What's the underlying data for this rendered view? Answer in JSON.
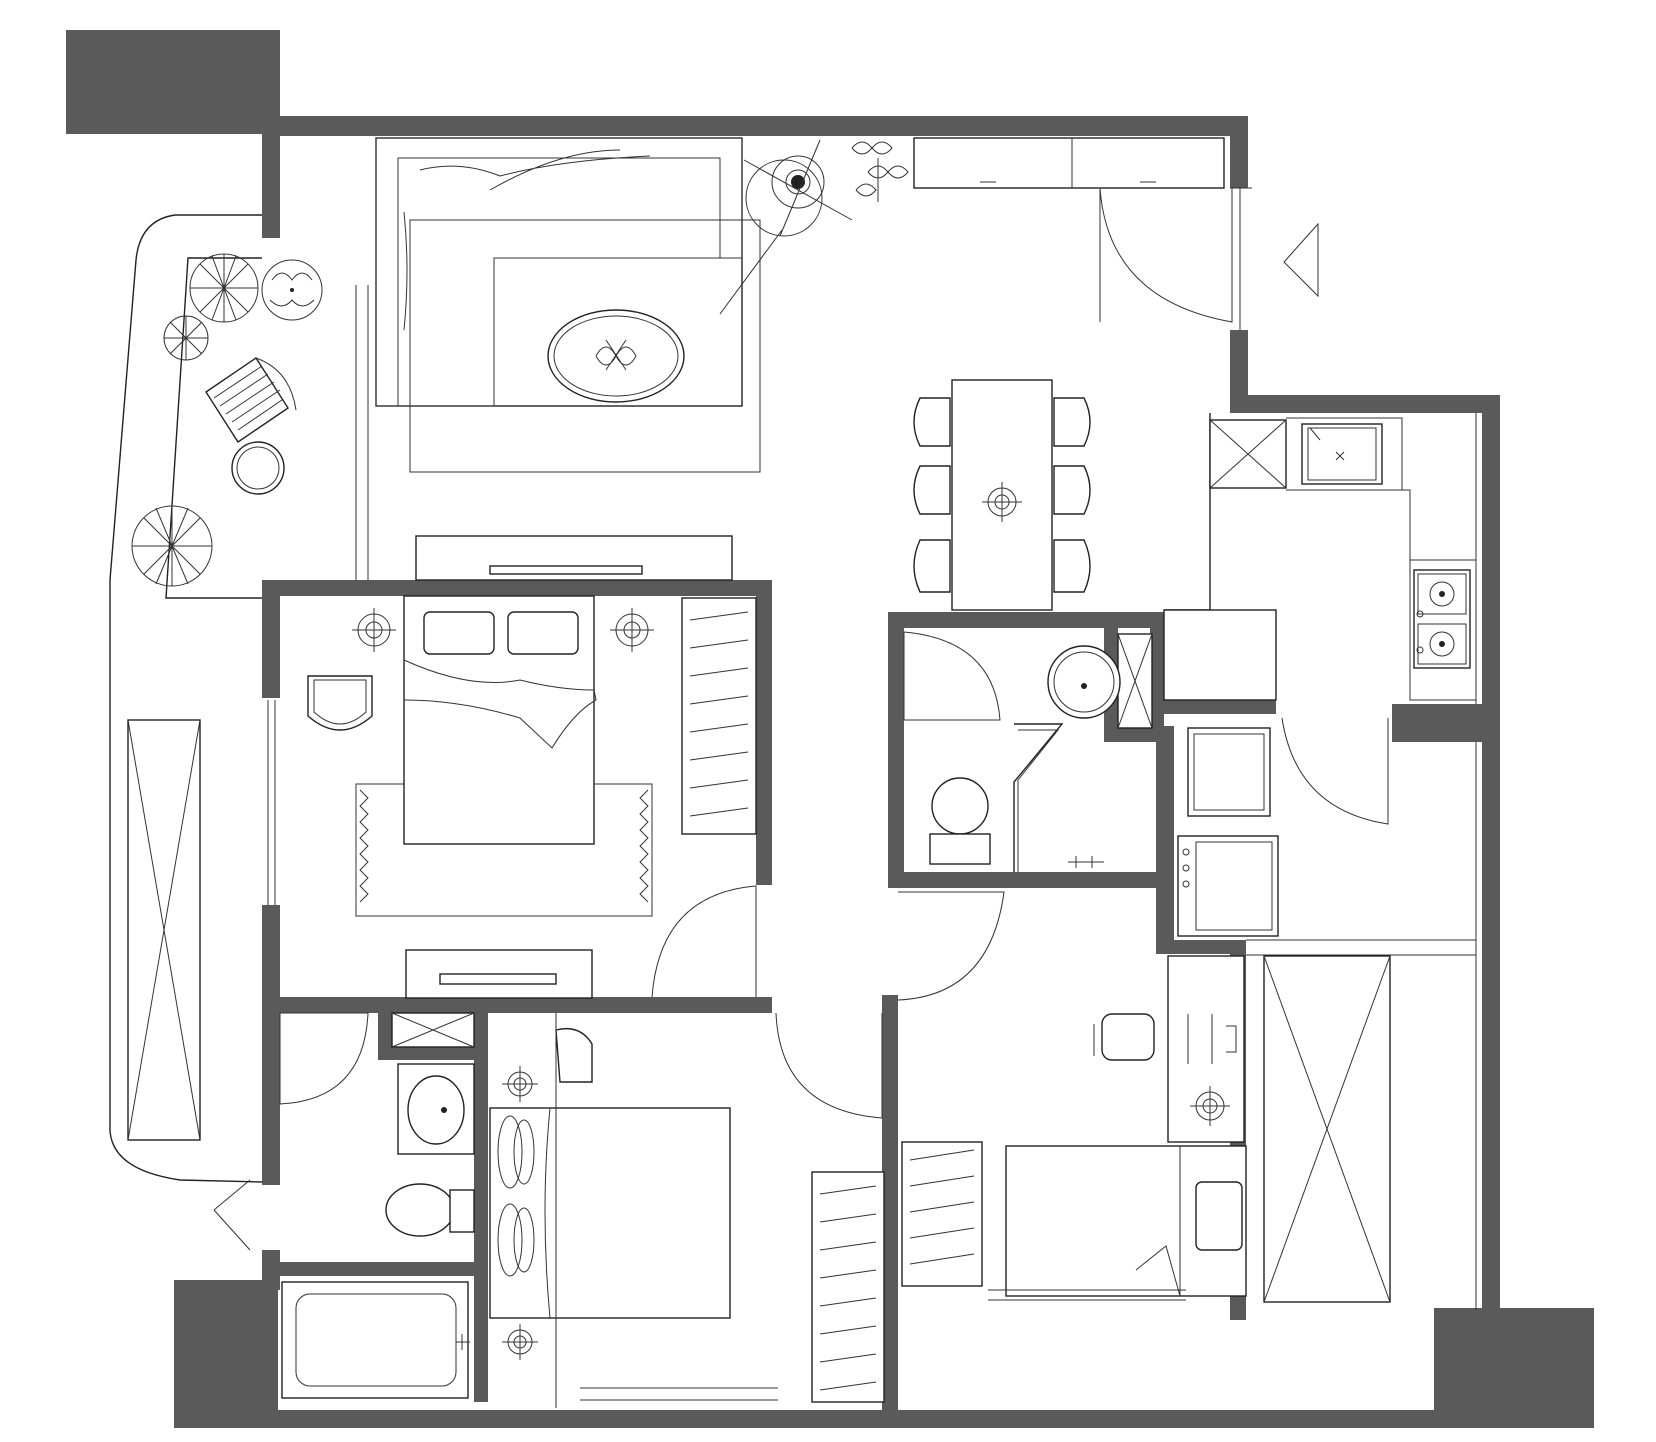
{
  "diagram": {
    "kind": "architectural-floor-plan",
    "wall_color": "#5a5a5a",
    "line_color": "#222222",
    "background": "#ffffff",
    "rooms": [
      "living-room",
      "balcony",
      "dining-area",
      "kitchen",
      "master-bedroom",
      "bedroom-2",
      "bedroom-3",
      "bathroom-1",
      "bathroom-2",
      "laundry",
      "entrance"
    ],
    "icons": [
      "plant-icon",
      "sofa-icon",
      "bed-icon",
      "toilet-icon",
      "sink-icon",
      "stove-icon",
      "bathtub-icon",
      "door-swing-icon",
      "wardrobe-icon",
      "chair-icon",
      "lamp-icon"
    ]
  }
}
